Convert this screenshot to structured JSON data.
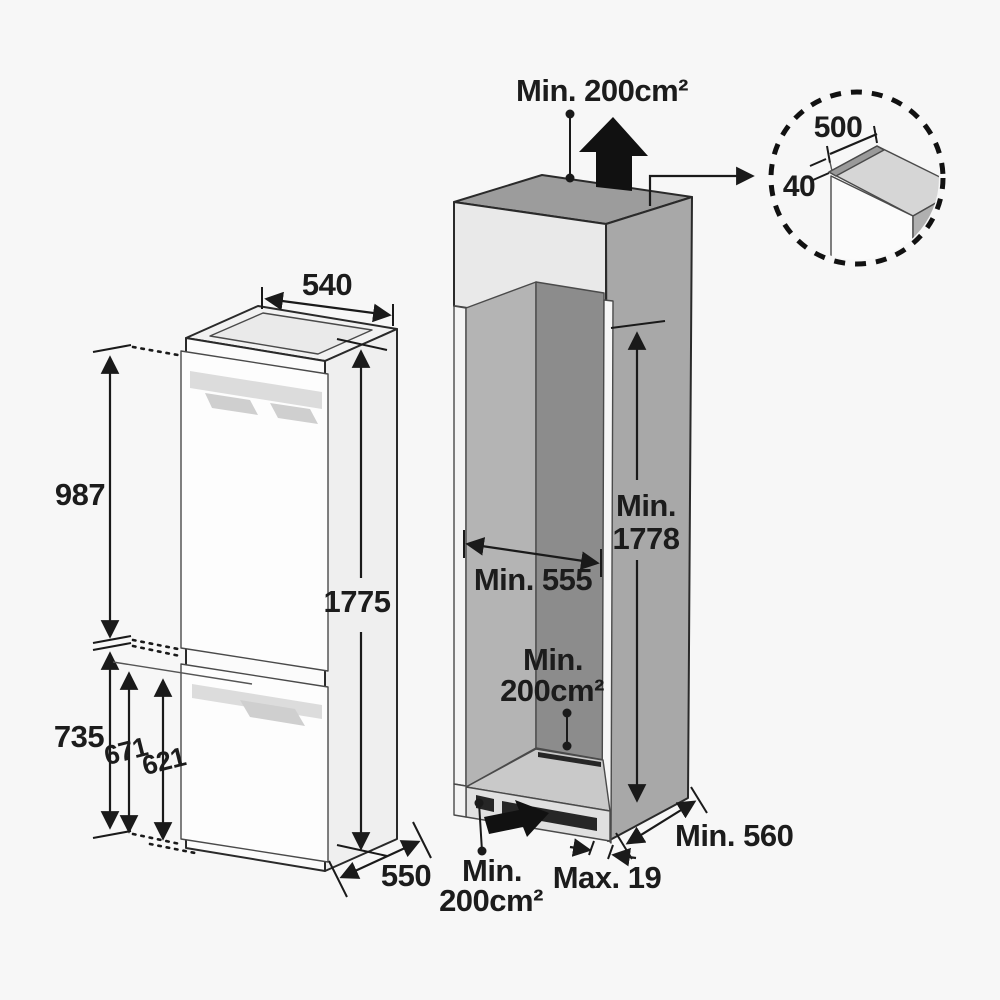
{
  "page": {
    "background": "#f7f7f7"
  },
  "colors": {
    "line": "#1a1a1a",
    "text": "#1c1c1c",
    "arrow": "#111111",
    "fridge_top": "#f2f2f2",
    "fridge_top_inner": "#eaeaea",
    "fridge_side": "#efefef",
    "fridge_front": "#fbfbfb",
    "fridge_door": "#fdfdfd",
    "fridge_mech": "#dcdcdc",
    "fridge_mech_dark": "#cfcfcf",
    "cabinet_top": "#9c9c9c",
    "cabinet_side": "#a8a8a8",
    "cabinet_front_panel": "#e9e9e9",
    "cabinet_stile": "#f4f4f4",
    "cabinet_inner_strip": "#f6f6f6",
    "niche_left_wall": "#b4b4b4",
    "niche_back_wall": "#8c8c8c",
    "niche_floor": "#c9c9c9",
    "plinth": "#e0e0e0",
    "vent_slot": "#262626",
    "detail_top": "#d6d6d6",
    "detail_strip": "#9a9a9a",
    "detail_front": "#fbfbfb",
    "detail_side": "#b0b0b0",
    "detail_shelf": "#d8d8d8"
  },
  "fridge": {
    "width_label": "540",
    "upper_height_label": "987",
    "total_height_label": "1775",
    "lower_height_label": "735",
    "inner_height_1_label": "671",
    "inner_height_2_label": "621",
    "depth_label": "550"
  },
  "cabinet": {
    "top_vent_label": "Min. 200cm²",
    "mid_vent_label_line1": "Min.",
    "mid_vent_label_line2": "200cm²",
    "bottom_vent_label_line1": "Min.",
    "bottom_vent_label_line2": "200cm²",
    "niche_width_label": "Min. 555",
    "niche_height_label_line1": "Min.",
    "niche_height_label_line2": "1778",
    "depth_label": "Min. 560",
    "plinth_gap_label": "Max. 19"
  },
  "detail": {
    "top_clearance_width_label": "500",
    "top_clearance_height_label": "40"
  }
}
